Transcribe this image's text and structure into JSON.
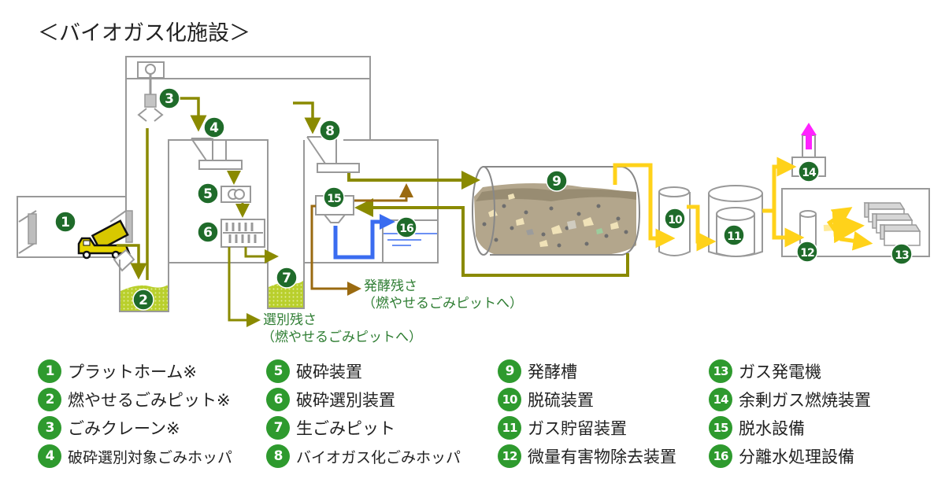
{
  "title": "＜バイオガス化施設＞",
  "colors": {
    "badge_dark": "#1f6b2a",
    "badge_legend": "#2e9a2e",
    "flow_olive": "#8a8a00",
    "flow_brown": "#9a6a10",
    "flow_yellow": "#ffd21a",
    "flow_blue": "#3a6cf0",
    "flow_magenta": "#ff22ff",
    "outline": "#999999",
    "pit_fill": "#c8d840"
  },
  "diagram": {
    "badges": [
      "1",
      "2",
      "3",
      "4",
      "5",
      "6",
      "7",
      "8",
      "9",
      "10",
      "11",
      "12",
      "13",
      "14",
      "15",
      "16"
    ],
    "notes": {
      "sorting_residue": [
        "選別残さ",
        "（燃やせるごみピットへ）"
      ],
      "fermentation_residue": [
        "発酵残さ",
        "（燃やせるごみピットへ）"
      ]
    }
  },
  "legend": [
    {
      "num": "1",
      "label": "プラットホーム※"
    },
    {
      "num": "2",
      "label": "燃やせるごみピット※"
    },
    {
      "num": "3",
      "label": "ごみクレーン※"
    },
    {
      "num": "4",
      "label": "破砕選別対象ごみホッパ"
    },
    {
      "num": "5",
      "label": "破砕装置"
    },
    {
      "num": "6",
      "label": "破砕選別装置"
    },
    {
      "num": "7",
      "label": "生ごみピット"
    },
    {
      "num": "8",
      "label": "バイオガス化ごみホッパ"
    },
    {
      "num": "9",
      "label": "発酵槽"
    },
    {
      "num": "10",
      "label": "脱硫装置"
    },
    {
      "num": "11",
      "label": "ガス貯留装置"
    },
    {
      "num": "12",
      "label": "微量有害物除去装置"
    },
    {
      "num": "13",
      "label": "ガス発電機"
    },
    {
      "num": "14",
      "label": "余剰ガス燃焼装置"
    },
    {
      "num": "15",
      "label": "脱水設備"
    },
    {
      "num": "16",
      "label": "分離水処理設備"
    }
  ]
}
